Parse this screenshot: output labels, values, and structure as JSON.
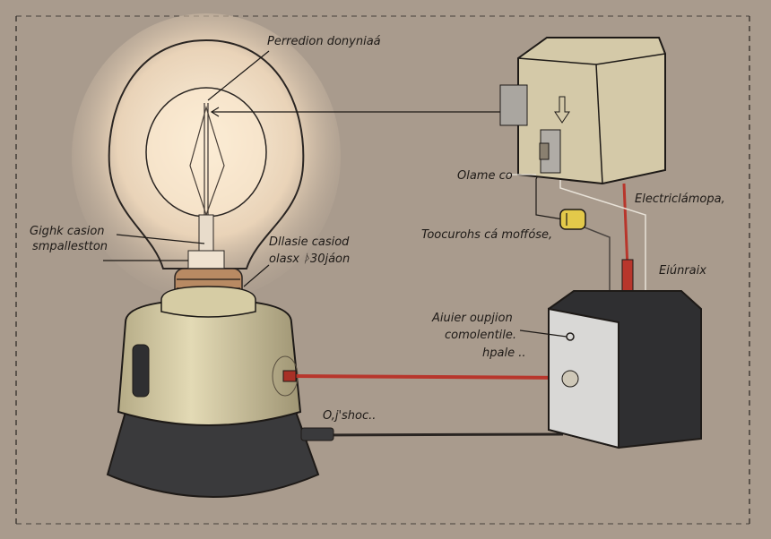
{
  "labels": {
    "top_filament": "Perredion donyniaá",
    "olame": "Olame co",
    "electric": "Electriclámopa,",
    "toocurohs": "Toocurohs cá moffóse,",
    "gighk_1": "Gighk casion",
    "gighk_2": "smpallestton",
    "dllasie_1": "Dllasie casiod",
    "dllasie_2": "olasx ᚦ30jáon",
    "eiunraix": "Eiúnraix",
    "aiuier_1": "Aiuier oupjion",
    "aiuier_2": "comolentile.",
    "aiuier_3": "hpale ..",
    "ojshoc": "O,j'shoc.."
  },
  "colors": {
    "background": "#a99b8d",
    "wire_red": "#b8362c",
    "lamp_base": "#d9d0aa",
    "box_dark": "#2f2f31",
    "glow": "#fbe9d0"
  }
}
